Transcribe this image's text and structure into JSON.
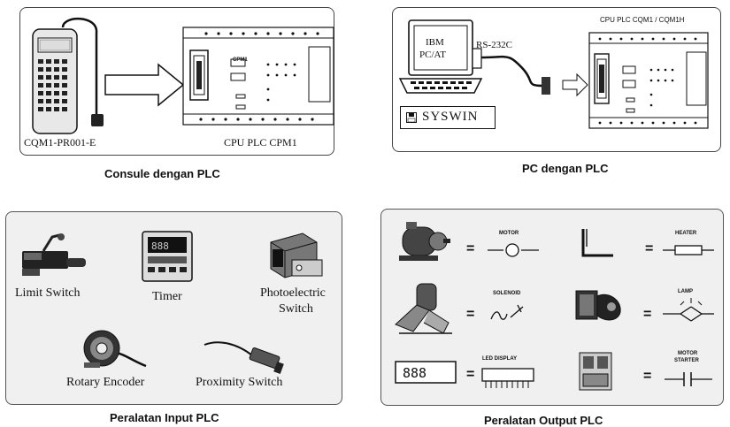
{
  "panel1": {
    "device_label": "CQM1-PR001-E",
    "plc_label": "CPU PLC CPM1",
    "plc_face_label": "CPM1",
    "caption": "Consule dengan PLC"
  },
  "panel2": {
    "computer_line1": "IBM",
    "computer_line2": "PC/AT",
    "cable_label": "RS-232C",
    "plc_label": "CPU PLC CQM1 / CQM1H",
    "software_label": "SYSWIN",
    "caption": "PC dengan PLC"
  },
  "panel3": {
    "caption": "Peralatan Input PLC",
    "devices": {
      "limit_switch": "Limit Switch",
      "timer": "Timer",
      "photoelectric_line1": "Photoelectric",
      "photoelectric_line2": "Switch",
      "rotary_encoder": "Rotary Encoder",
      "proximity_switch": "Proximity Switch"
    }
  },
  "panel4": {
    "caption": "Peralatan Output PLC",
    "equals": "=",
    "symbols": {
      "motor": "MOTOR",
      "solenoid": "SOLENOID",
      "led_display": "LED DISPLAY",
      "heater": "HEATER",
      "lamp": "LAMP",
      "motor_starter_line1": "MOTOR",
      "motor_starter_line2": "STARTER"
    }
  }
}
